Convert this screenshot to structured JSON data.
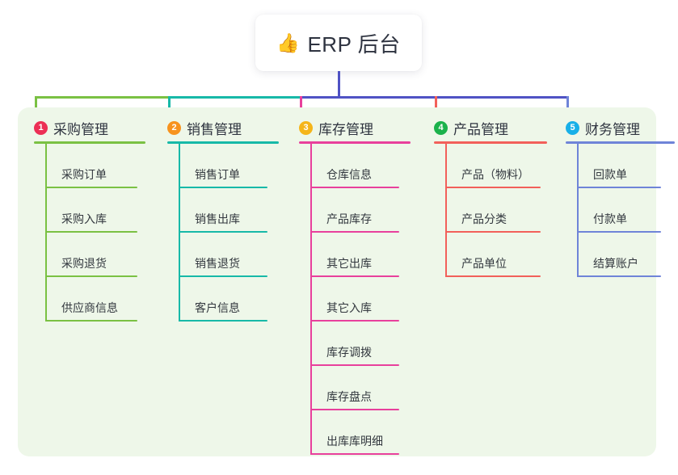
{
  "root": {
    "icon": "thumbs-up-icon",
    "icon_glyph": "👍",
    "title": "ERP 后台"
  },
  "colors": {
    "page_background": "#ffffff",
    "board_background": "#eef7e9",
    "bus_left": "#7ac143",
    "bus_mid": "#17b9a8",
    "bus_right": "#4f52c4",
    "title_text": "#2e3340"
  },
  "columns": [
    {
      "index": "1",
      "title": "采购管理",
      "badge_color": "#ec2f55",
      "accent": "#7ac143",
      "drop_color": "#7ac143",
      "items": [
        {
          "label": "采购订单"
        },
        {
          "label": "采购入库"
        },
        {
          "label": "采购退货"
        },
        {
          "label": "供应商信息"
        }
      ]
    },
    {
      "index": "2",
      "title": "销售管理",
      "badge_color": "#f7931e",
      "accent": "#17b9a8",
      "drop_color": "#17b9a8",
      "items": [
        {
          "label": "销售订单"
        },
        {
          "label": "销售出库"
        },
        {
          "label": "销售退货"
        },
        {
          "label": "客户信息"
        }
      ]
    },
    {
      "index": "3",
      "title": "库存管理",
      "badge_color": "#f5b519",
      "accent": "#e8409c",
      "drop_color": "#e8409c",
      "items": [
        {
          "label": "仓库信息"
        },
        {
          "label": "产品库存"
        },
        {
          "label": "其它出库"
        },
        {
          "label": "其它入库"
        },
        {
          "label": "库存调拨"
        },
        {
          "label": "库存盘点"
        },
        {
          "label": "出库库明细"
        }
      ]
    },
    {
      "index": "4",
      "title": "产品管理",
      "badge_color": "#1bb24b",
      "accent": "#f2605a",
      "drop_color": "#f2605a",
      "items": [
        {
          "label": "产品（物料）"
        },
        {
          "label": "产品分类"
        },
        {
          "label": "产品单位"
        }
      ]
    },
    {
      "index": "5",
      "title": "财务管理",
      "badge_color": "#18b0e8",
      "accent": "#6f84d8",
      "drop_color": "#6f84d8",
      "items": [
        {
          "label": "回款单"
        },
        {
          "label": "付款单"
        },
        {
          "label": "结算账户"
        }
      ]
    }
  ]
}
